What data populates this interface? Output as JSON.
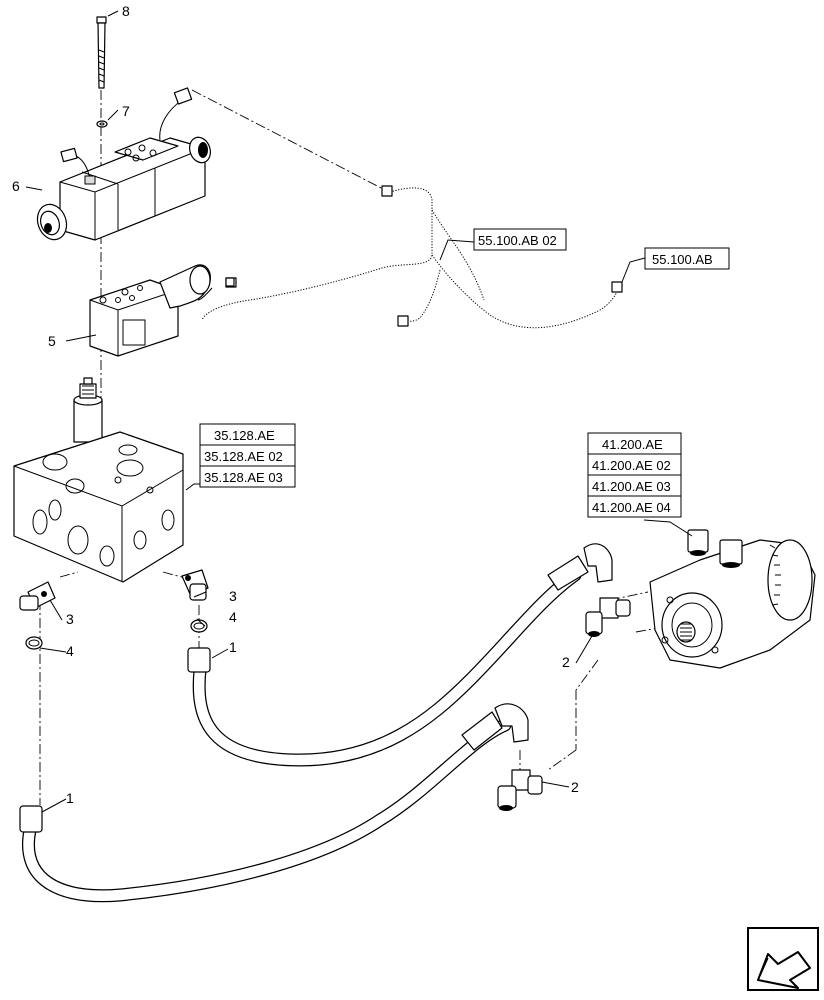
{
  "callouts": {
    "c8": "8",
    "c7": "7",
    "c6": "6",
    "c5": "5",
    "c3a": "3",
    "c3b": "3",
    "c4a": "4",
    "c4b": "4",
    "c1a": "1",
    "c1b": "1",
    "c2a": "2",
    "c2b": "2"
  },
  "references": {
    "harness_1": "55.100.AB 02",
    "harness_2": "55.100.AB",
    "valve_1": "35.128.AE",
    "valve_2": "35.128.AE 02",
    "valve_3": "35.128.AE 03",
    "motor_1": "41.200.AE",
    "motor_2": "41.200.AE 02",
    "motor_3": "41.200.AE 03",
    "motor_4": "41.200.AE 04"
  },
  "icons": {
    "nav": "next-page-arrow-icon"
  }
}
